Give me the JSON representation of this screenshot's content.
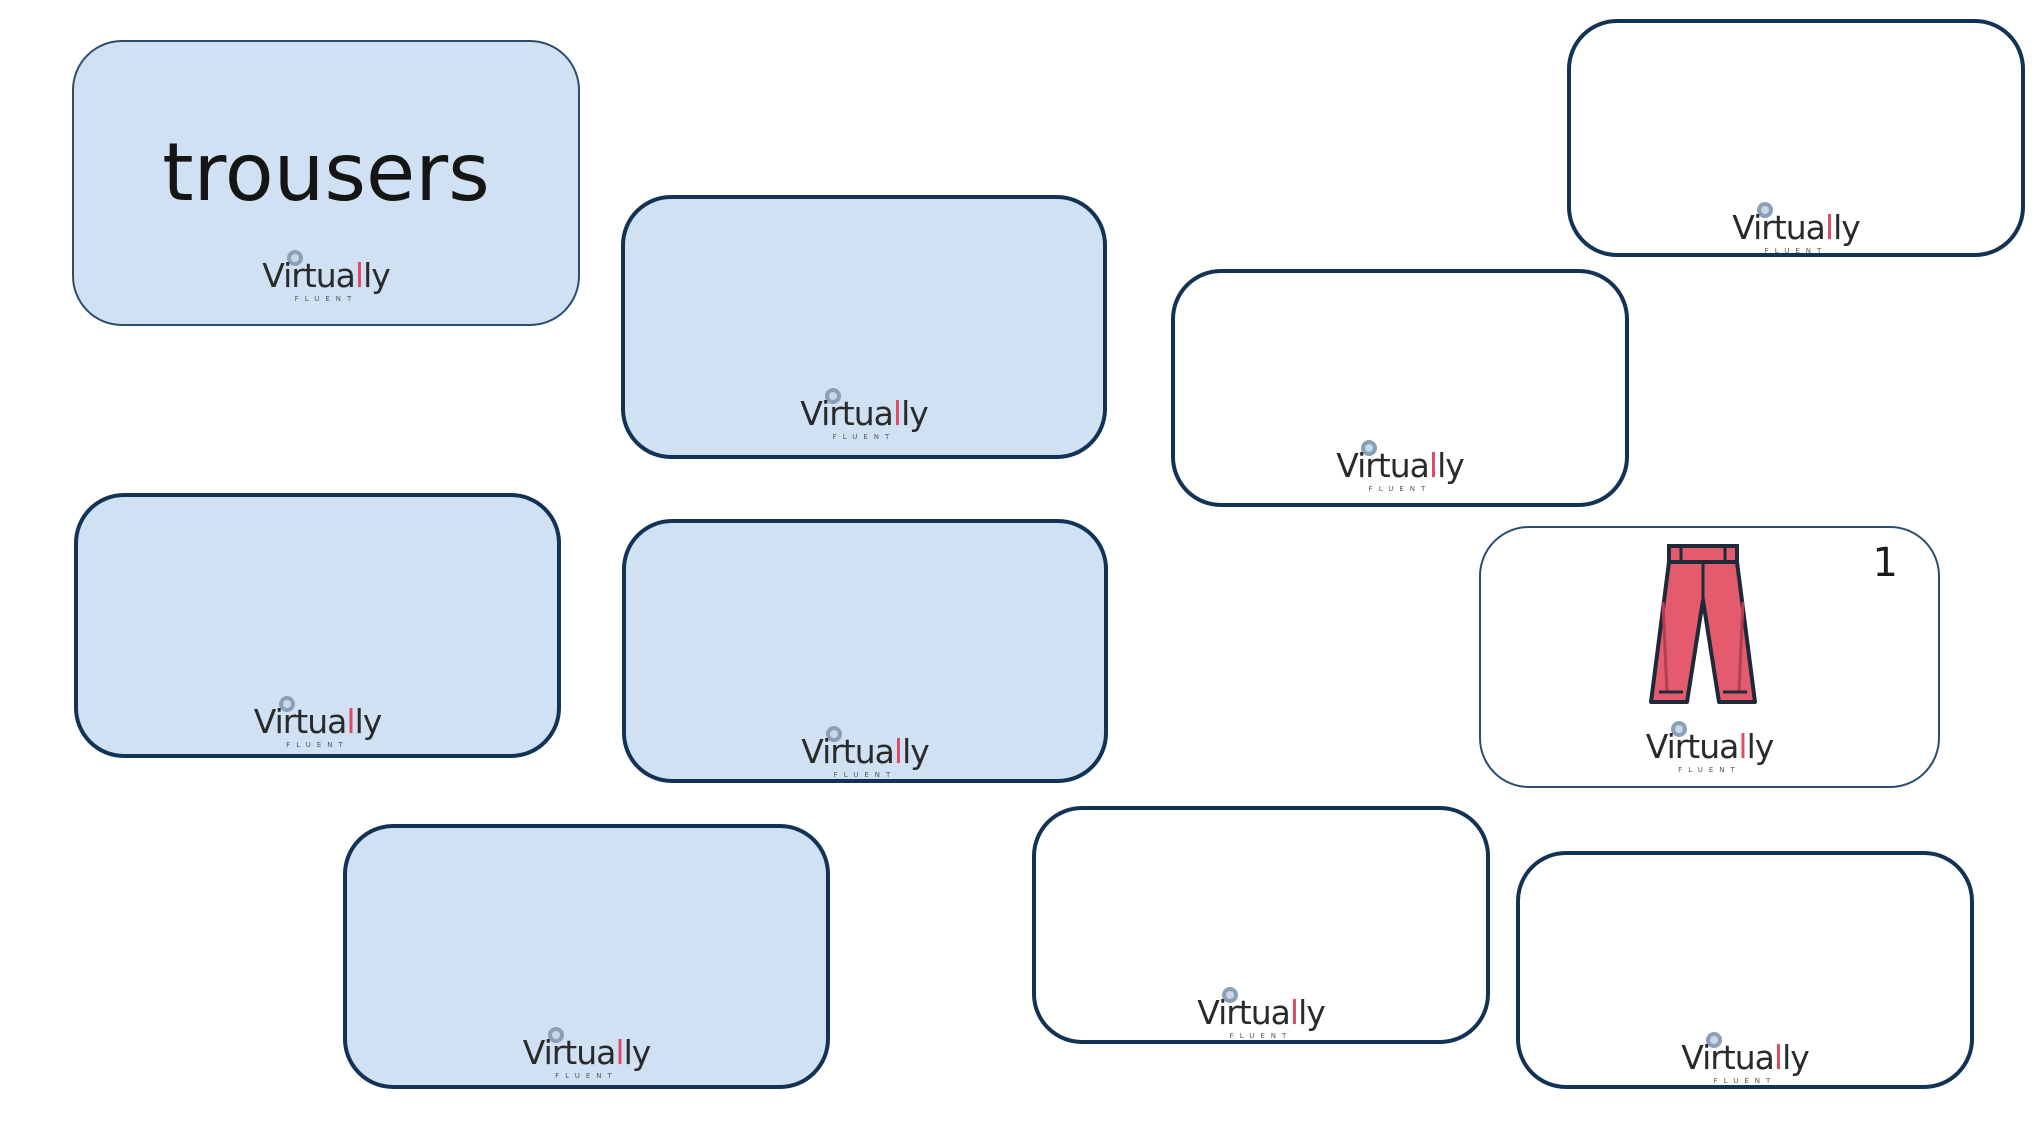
{
  "brand": {
    "word_main": "Virtua",
    "word_accent": "l",
    "word_end": "ly",
    "tagline": "FLUENT"
  },
  "colors": {
    "card_blue": "#d0e1f3",
    "card_border": "#123356",
    "brand_accent": "#e04b63",
    "trousers_fill": "#e45b6e"
  },
  "cards": [
    {
      "id": "card-1",
      "face": "blue",
      "word": "trousers"
    },
    {
      "id": "card-2",
      "face": "blue"
    },
    {
      "id": "card-3",
      "face": "white"
    },
    {
      "id": "card-4",
      "face": "white"
    },
    {
      "id": "card-5",
      "face": "blue"
    },
    {
      "id": "card-6",
      "face": "blue"
    },
    {
      "id": "card-7",
      "face": "white",
      "number": "1",
      "icon": "trousers-icon"
    },
    {
      "id": "card-8",
      "face": "blue"
    },
    {
      "id": "card-9",
      "face": "white"
    },
    {
      "id": "card-10",
      "face": "white"
    }
  ]
}
